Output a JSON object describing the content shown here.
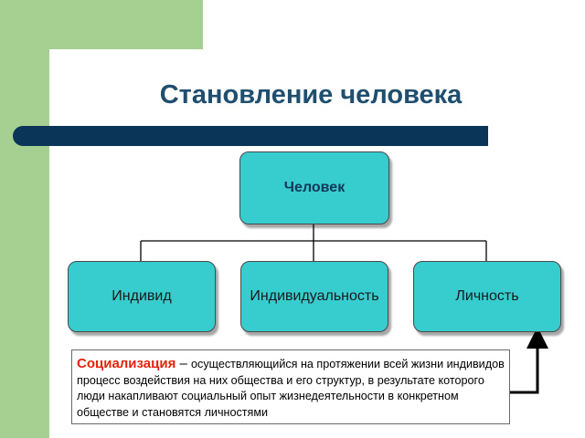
{
  "title": "Становление человека",
  "diagram": {
    "root": "Человек",
    "children": [
      "Индивид",
      "Индивидуальность",
      "Личность"
    ]
  },
  "definition": {
    "term": "Социализация",
    "dash": " – ",
    "text": "осуществляющийся на протяжении всей жизни индивидов процесс воздействия на них общества и его структур, в результате которого люди накапливают социальный опыт жизнедеятельности в конкретном обществе и становятся личностями"
  },
  "colors": {
    "node_fill": "#37cccd",
    "title_bar": "#0b3558",
    "background_green": "#a6cf92",
    "term": "#e0240e"
  }
}
